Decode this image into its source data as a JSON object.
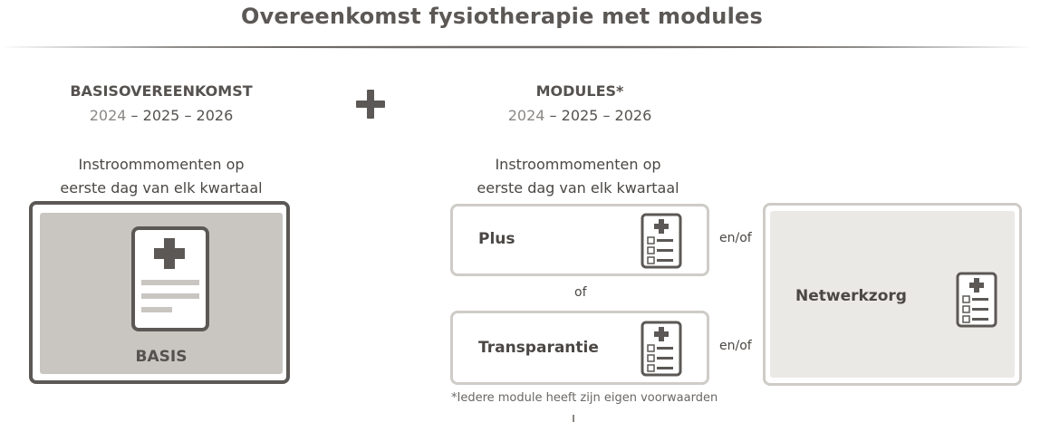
{
  "title": "Overeenkomst fysiotherapie met modules",
  "basis": {
    "heading": "BASISOVEREENKOMST",
    "year_1": "2024",
    "year_dash_1": " – ",
    "year_2": "2025",
    "year_dash_2": " – ",
    "year_3": "2026",
    "intro_line_1": "Instroommomenten op",
    "intro_line_2": "eerste dag van elk kwartaal",
    "card_label": "BASIS"
  },
  "modules": {
    "heading": "MODULES*",
    "year_1": "2024",
    "year_dash_1": " – ",
    "year_2": "2025",
    "year_dash_2": " – ",
    "year_3": "2026",
    "intro_line_1": "Instroommomenten op",
    "intro_line_2": "eerste dag van elk kwartaal",
    "plus_label": "Plus",
    "transparantie_label": "Transparantie",
    "or_label": "of",
    "and_or_1": "en/of",
    "and_or_2": "en/of",
    "netwerkzorg_label": "Netwerkzorg",
    "footnote": "*Iedere module heeft zijn eigen voorwaarden"
  },
  "colors": {
    "dark_grey": "#5b5855",
    "basis_fill": "#c9c6c2",
    "card_border": "#cfccc8",
    "netwerk_fill": "#ebe9e6"
  },
  "icons": {
    "plus_operator": "plus-icon",
    "basis_document": "medical-document-icon",
    "module_document": "medical-checklist-icon"
  }
}
